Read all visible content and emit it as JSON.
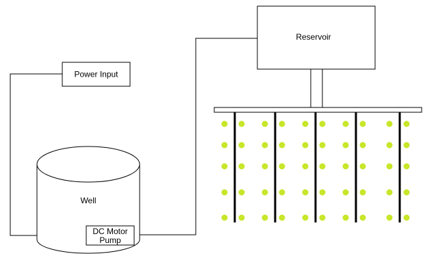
{
  "labels": {
    "power_input": "Power Input",
    "reservoir": "Reservoir",
    "well": "Well",
    "pump_line1": "DC Motor",
    "pump_line2": "Pump"
  },
  "colors": {
    "stroke": "#000000",
    "plant": "#c8e62a",
    "background": "#ffffff"
  },
  "field": {
    "pipe_count": 5,
    "plant_rows": 5,
    "plants_per_pipe_side": 1
  }
}
